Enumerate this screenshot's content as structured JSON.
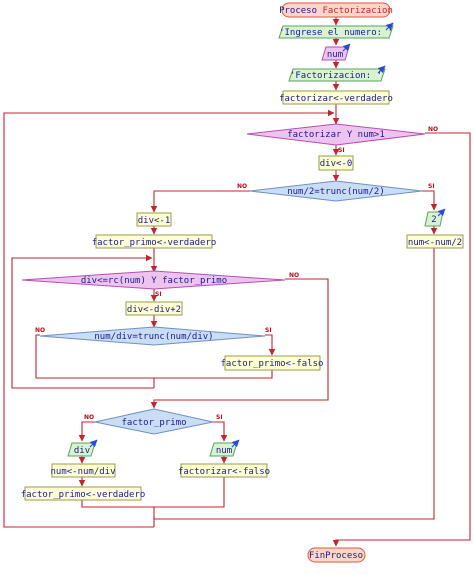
{
  "diagram": {
    "start_keyword": "Proceso",
    "start_name": "Factorizacion",
    "end_label": "FinProceso",
    "yes_label": "SI",
    "no_label": "NO",
    "nodes": {
      "input_prompt": "'Ingrese el numero: '",
      "read_num": "num",
      "output_title": "'Factorizacion: '",
      "init_factorizar": "factorizar<-verdadero",
      "while_outer": "factorizar Y num>1",
      "div_zero": "div<-0",
      "if_even": "num/2=trunc(num/2)",
      "output_two": "2",
      "halve_num": "num<-num/2",
      "div_one": "div<-1",
      "factor_primo_true": "factor_primo<-verdadero",
      "while_inner": "div<=rc(num) Y factor_primo",
      "div_plus_two": "div<-div+2",
      "if_divisible": "num/div=trunc(num/div)",
      "factor_primo_false": "factor_primo<-falso",
      "if_factor_primo": "factor_primo",
      "output_div": "div",
      "output_num": "num",
      "num_div": "num<-num/div",
      "factor_primo_true_2": "factor_primo<-verdadero",
      "factorizar_false": "factorizar<-falso"
    }
  },
  "colors": {
    "start_end_fill": "#fbd7c9",
    "start_end_stroke": "#e6553f",
    "process_fill": "#fdfdd6",
    "process_stroke": "#9b9b4a",
    "io_fill": "#d9f3d2",
    "io_stroke": "#58a35a",
    "loop_fill": "#efc3ef",
    "loop_stroke": "#b54fb5",
    "cond_fill": "#c9ddf5",
    "cond_stroke": "#6f8fc4",
    "edge": "#c0262d",
    "text": "#1a1a8c",
    "io_arrow": "#2a4ad6"
  }
}
